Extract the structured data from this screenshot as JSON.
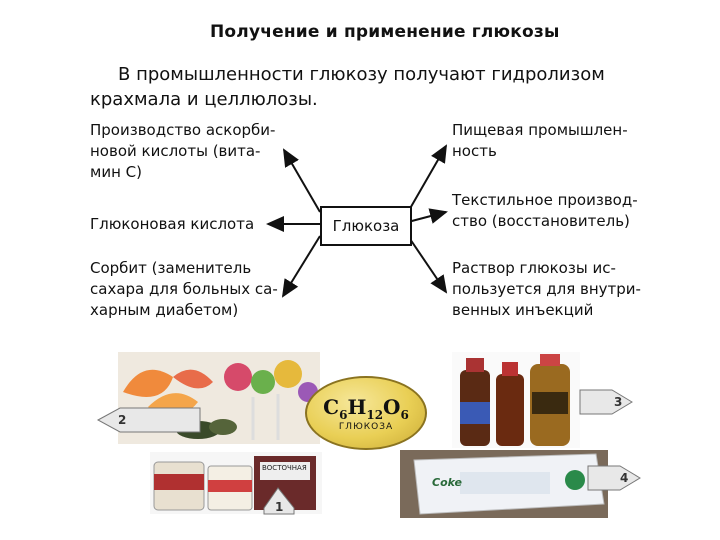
{
  "title": "Получение и применение глюкозы",
  "intro": "В промышленности глюкозу получают гидролизом крахмала и целлюлозы.",
  "center_label": "Глюкоза",
  "left_items": [
    {
      "lines": [
        "Производство аскорби-",
        "новой кислоты (вита-",
        "мин С)"
      ]
    },
    {
      "lines": [
        "Глюконовая кислота"
      ]
    },
    {
      "lines": [
        "Сорбит (заменитель",
        "сахара для больных са-",
        "харным диабетом)"
      ]
    }
  ],
  "right_items": [
    {
      "lines": [
        "Пищевая промышлен-",
        "ность"
      ]
    },
    {
      "lines": [
        "Текстильное производ-",
        "ство (восстановитель)"
      ]
    },
    {
      "lines": [
        "Раствор глюкозы ис-",
        "пользуется для внутри-",
        "венных инъекций"
      ]
    }
  ],
  "formula": {
    "c": "C",
    "c_n": "6",
    "h": "H",
    "h_n": "12",
    "o": "O",
    "o_n": "6",
    "name": "ГЛЮКОЗА"
  },
  "photo_tags": [
    "2",
    "3",
    "1",
    "4"
  ],
  "photo_labels": [
    "ВОСТОЧНАЯ",
    "Coke"
  ]
}
